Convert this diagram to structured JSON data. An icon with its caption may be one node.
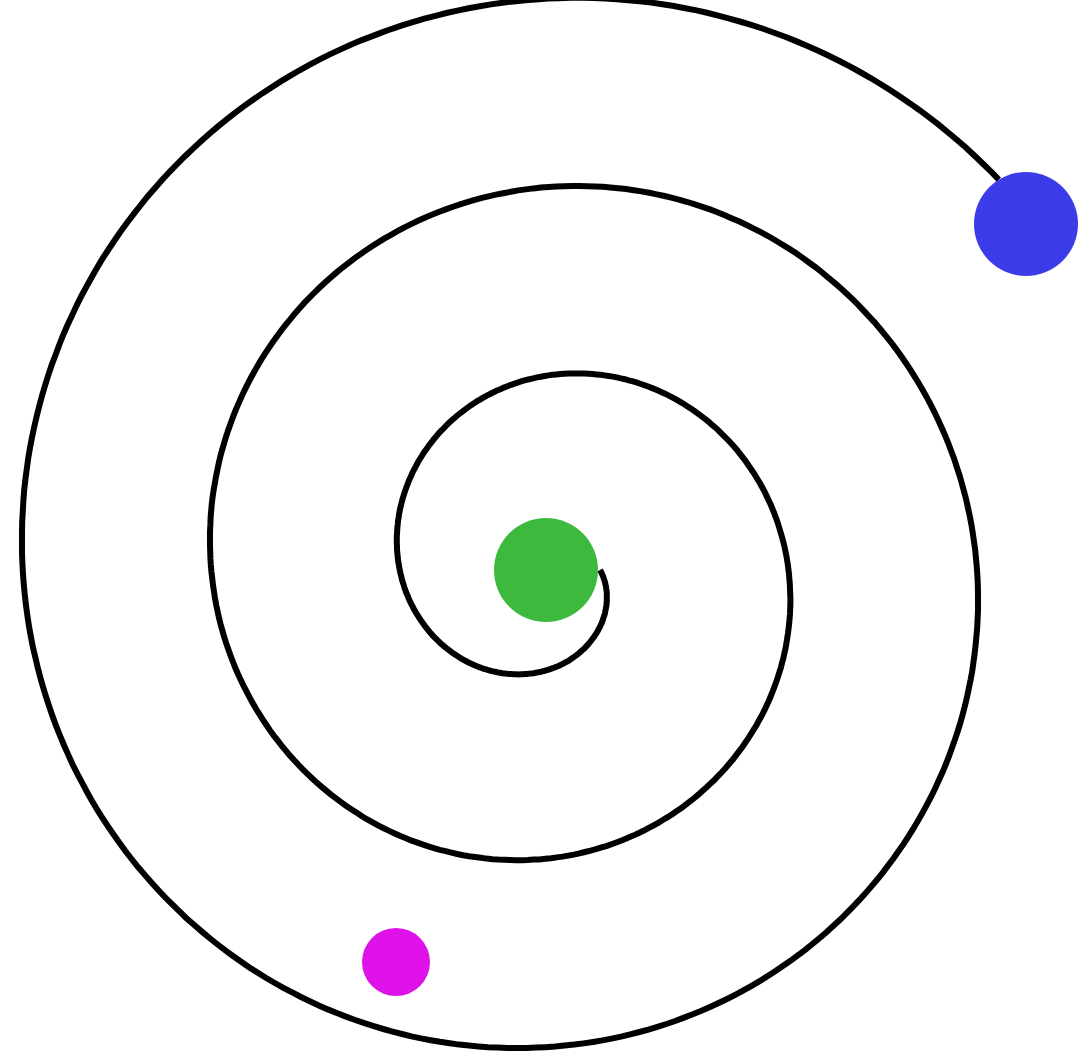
{
  "diagram": {
    "nodes": [
      {
        "text": [],
        "shape": "circle"
      },
      {
        "text": [],
        "shape": "circle"
      },
      {
        "text": [],
        "shape": "circle"
      }
    ],
    "edges": [
      {
        "from": 1,
        "to": 0,
        "arrow": "none"
      }
    ]
  }
}
